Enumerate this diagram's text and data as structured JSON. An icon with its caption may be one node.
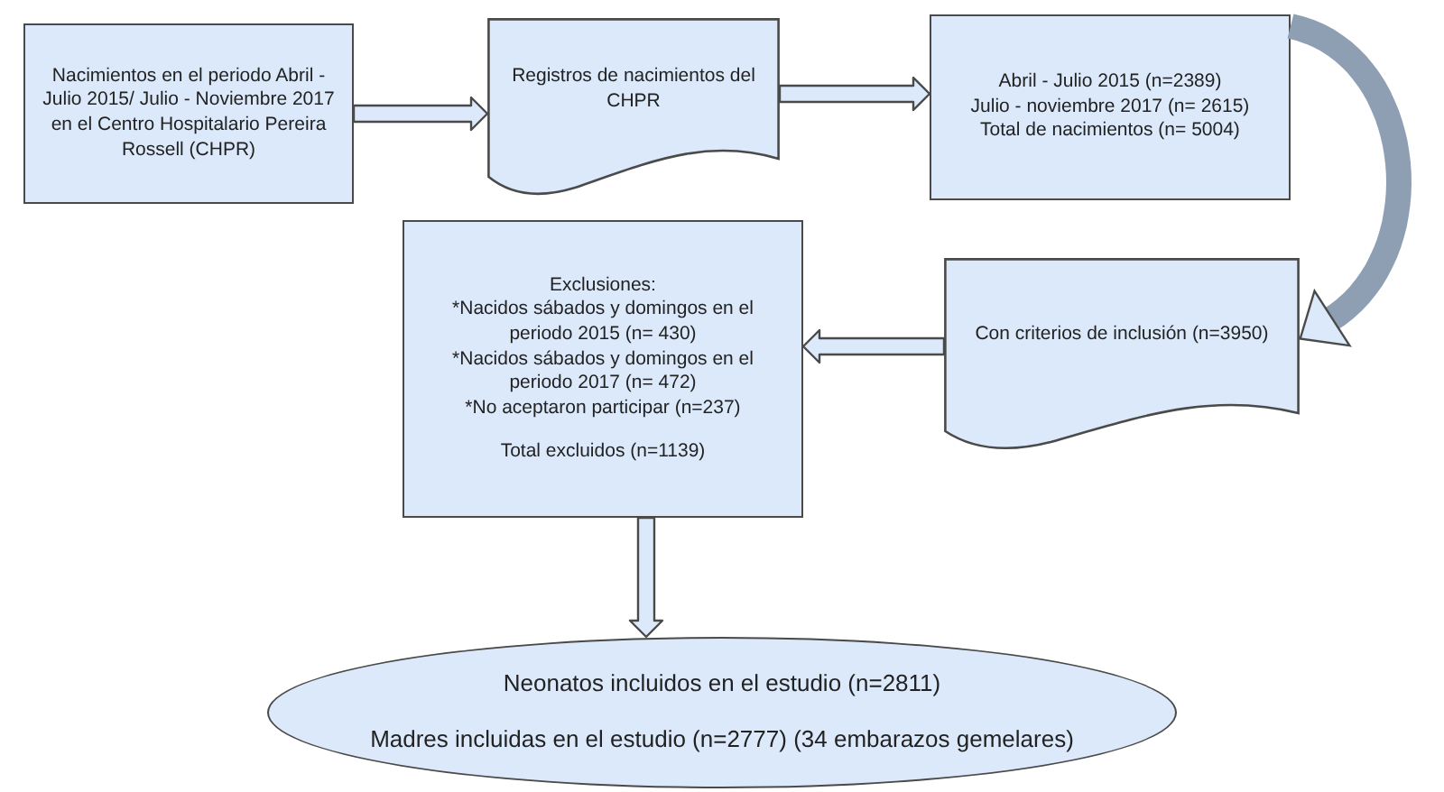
{
  "diagram": {
    "nodes": [
      {
        "text": [
          "Nacimientos en el periodo Abril - Julio 2015/ Julio - Noviembre 2017 en el Centro Hospitalario Pereira Rossell (CHPR)"
        ]
      },
      {
        "text": [
          "Registros de nacimientos del CHPR"
        ]
      },
      {
        "text": [
          "Abril - Julio 2015 (n=2389)",
          "Julio - noviembre 2017 (n= 2615)",
          "Total de nacimientos (n= 5004)"
        ]
      },
      {
        "text": [
          "Con criterios de inclusión (n=3950)"
        ]
      },
      {
        "text": [
          "Exclusiones:",
          "*Nacidos sábados y domingos en el periodo 2015 (n= 430)",
          "*Nacidos sábados y domingos en el periodo 2017 (n= 472)",
          "*No aceptaron participar (n=237)",
          "Total excluidos (n=1139)"
        ]
      },
      {
        "text": [
          "Neonatos incluidos en el estudio (n=2811)",
          "Madres incluidas en el estudio (n=2777) (34 embarazos gemelares)"
        ]
      }
    ],
    "edges": [
      {
        "from": 0,
        "to": 1,
        "arrow": "to"
      },
      {
        "from": 1,
        "to": 2,
        "arrow": "to"
      },
      {
        "from": 2,
        "to": 3,
        "arrow": "to",
        "color": "#8e9fb4"
      },
      {
        "from": 3,
        "to": 4,
        "arrow": "to"
      },
      {
        "from": 4,
        "to": 5,
        "arrow": "to"
      }
    ]
  }
}
